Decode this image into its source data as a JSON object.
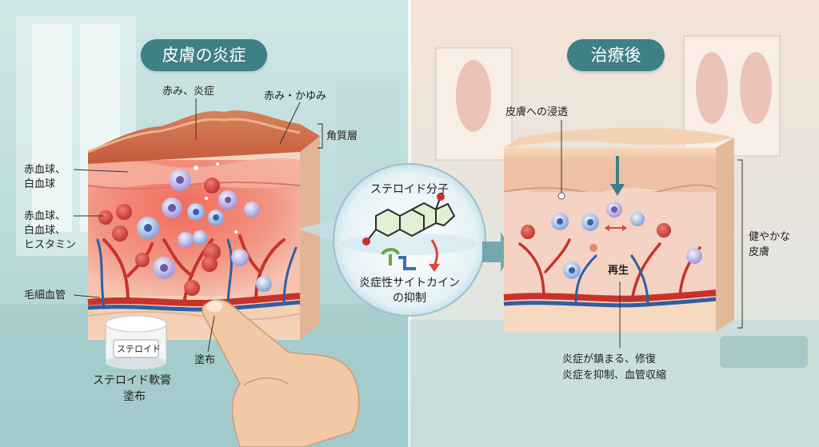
{
  "left_panel": {
    "title": "皮膚の炎症",
    "labels": {
      "redness_inflammation": "赤み、炎症",
      "redness_itch": "赤み・かゆみ",
      "stratum_corneum": "角質層",
      "rbc_wbc_1": "赤血球、",
      "rbc_wbc_2": "白血球",
      "rbc_wbc_hist_1": "赤血球、",
      "rbc_wbc_hist_2": "白血球、",
      "rbc_wbc_hist_3": "ヒスタミン",
      "capillary": "毛細血管",
      "apply": "塗布",
      "jar_label": "ステロイド",
      "ointment_1": "ステロイド軟膏",
      "ointment_2": "塗布"
    }
  },
  "center_panel": {
    "molecule_title": "ステロイド分子",
    "suppress_1": "炎症性サイトカイン",
    "suppress_2": "の抑制"
  },
  "right_panel": {
    "title": "治療後",
    "labels": {
      "penetration": "皮膚への浸透",
      "healthy_1": "健やかな",
      "healthy_2": "皮膚",
      "regeneration": "再生",
      "result_1": "炎症が鎮まる、修復",
      "result_2": "炎症を抑制、血管収縮"
    }
  },
  "colors": {
    "title_bg": "#3f7f86",
    "inflamed": "#e8604f",
    "healthy_skin": "#f0c9a4",
    "vessel_red": "#c7322b",
    "vessel_blue": "#2e5fa4"
  }
}
